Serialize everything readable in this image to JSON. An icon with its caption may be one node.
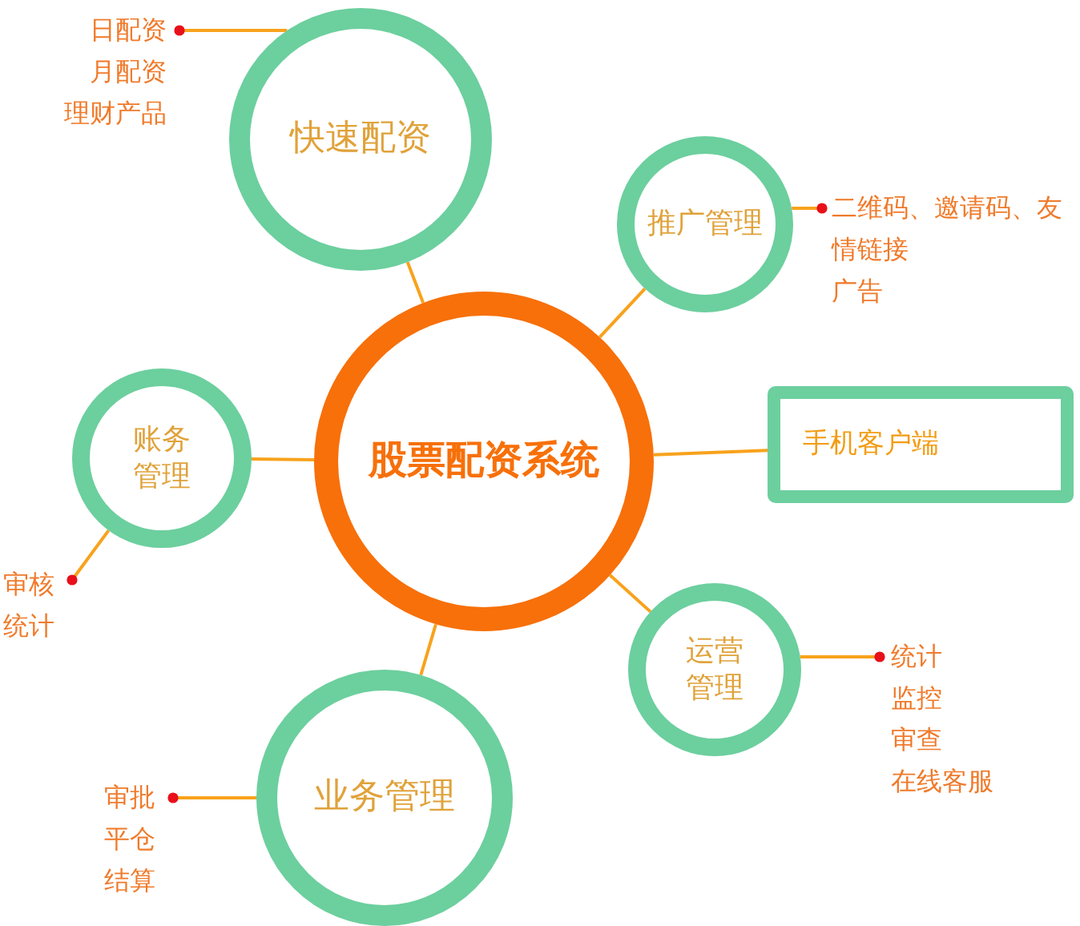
{
  "diagram": {
    "nodes": [
      {
        "text": [
          "股票配资系统"
        ]
      },
      {
        "text": [
          "快速配资"
        ]
      },
      {
        "text": [
          "推广管理"
        ]
      },
      {
        "text": [
          "账务管理"
        ]
      },
      {
        "text": [
          "手机客户端"
        ]
      },
      {
        "text": [
          "运营管理"
        ]
      },
      {
        "text": [
          "业务管理"
        ]
      },
      {
        "text": [
          "日配资",
          "月配资",
          "理财产品"
        ]
      },
      {
        "text": [
          "二维码、邀请码、友情链接",
          "广告"
        ]
      },
      {
        "text": [
          "审核",
          "统计"
        ]
      },
      {
        "text": [
          "统计",
          "监控",
          "审查",
          "在线客服"
        ]
      },
      {
        "text": [
          "审批",
          "平仓",
          "结算"
        ]
      }
    ],
    "edges": [
      {
        "from": 0,
        "to": 1,
        "arrow": "none"
      },
      {
        "from": 0,
        "to": 2,
        "arrow": "none"
      },
      {
        "from": 0,
        "to": 3,
        "arrow": "none"
      },
      {
        "from": 0,
        "to": 4,
        "arrow": "none"
      },
      {
        "from": 0,
        "to": 5,
        "arrow": "none"
      },
      {
        "from": 0,
        "to": 6,
        "arrow": "none"
      },
      {
        "from": 7,
        "to": 1,
        "arrow": "other"
      },
      {
        "from": 8,
        "to": 2,
        "arrow": "other"
      },
      {
        "from": 9,
        "to": 3,
        "arrow": "other"
      },
      {
        "from": 10,
        "to": 5,
        "arrow": "other"
      },
      {
        "from": 11,
        "to": 6,
        "arrow": "other"
      }
    ]
  }
}
